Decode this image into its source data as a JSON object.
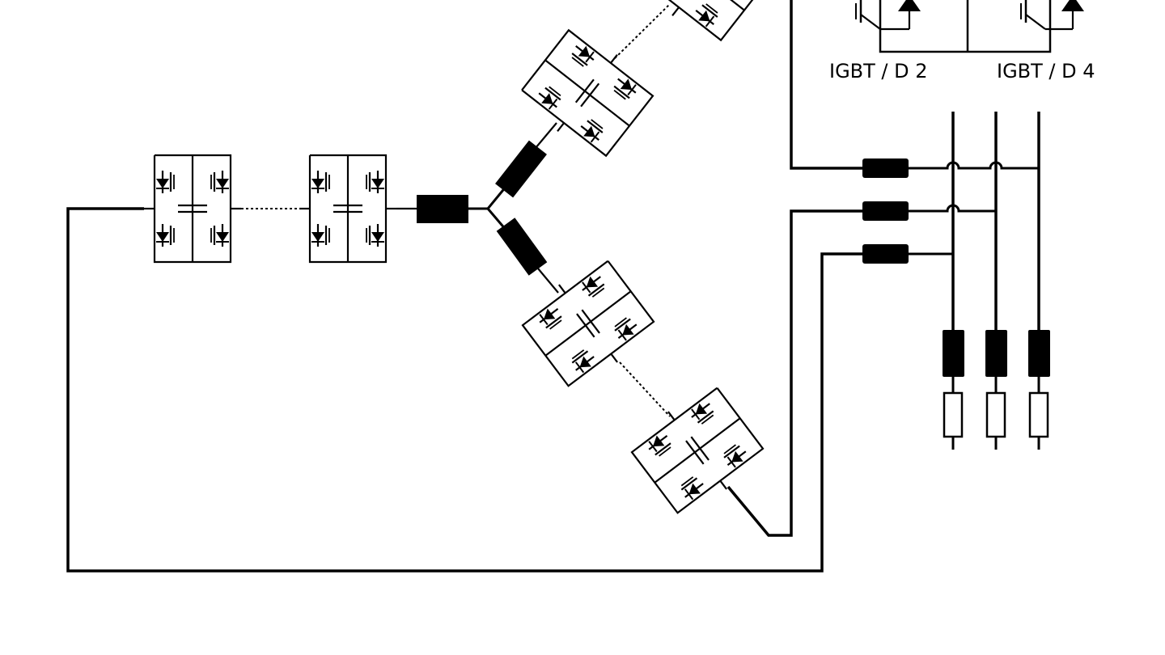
{
  "diagram": {
    "type": "modular multilevel converter circuit schematic",
    "stroke_color": "#000000",
    "background_color": "#ffffff",
    "labels": {
      "igbt_d2": "IGBT / D 2",
      "igbt_d4": "IGBT / D 4"
    },
    "elements": {
      "full_bridge_submodules": 7,
      "arm_inductors": 3,
      "phase_inductors": 3,
      "phase_output_inductors": 3,
      "load_resistors": 3
    }
  }
}
